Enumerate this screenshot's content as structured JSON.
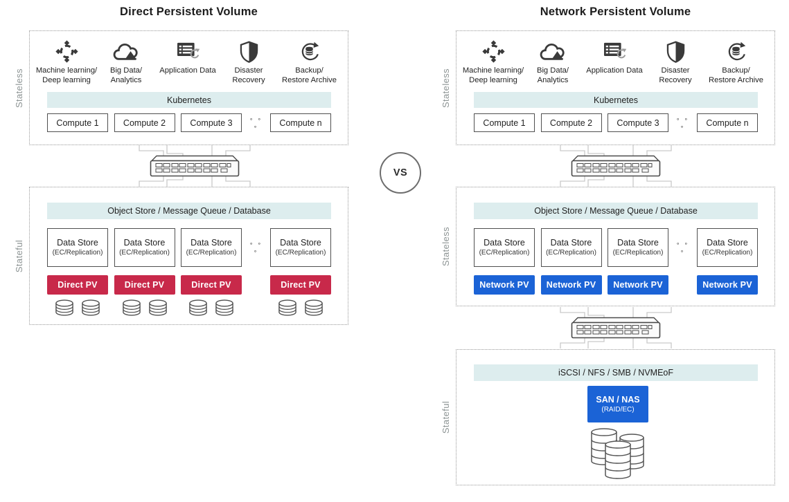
{
  "vs_label": "VS",
  "colors": {
    "direct_pv": "#c8294a",
    "network_pv": "#1b63d6",
    "tier_bar_bg": "#ddedee"
  },
  "workloads": [
    {
      "icon": "machine-learning-icon",
      "line1": "Machine learning/",
      "line2": "Deep learning"
    },
    {
      "icon": "big-data-icon",
      "line1": "Big Data/",
      "line2": "Analytics"
    },
    {
      "icon": "application-data-icon",
      "line1": "Application Data",
      "line2": ""
    },
    {
      "icon": "disaster-recovery-icon",
      "line1": "Disaster",
      "line2": "Recovery"
    },
    {
      "icon": "backup-icon",
      "line1": "Backup/",
      "line2": "Restore Archive"
    }
  ],
  "left": {
    "title": "Direct Persistent Volume",
    "stateless_section_label": "Stateless",
    "stateful_section_label": "Stateful",
    "kubernetes_label": "Kubernetes",
    "compute_nodes": [
      "Compute 1",
      "Compute 2",
      "Compute 3",
      "Compute n"
    ],
    "ellipsis": "∘ ∘ ∘",
    "storage_bar_label": "Object Store / Message Queue / Database",
    "data_store": {
      "title": "Data Store",
      "sub": "(EC/Replication)"
    },
    "pv_label": "Direct PV"
  },
  "right": {
    "title": "Network Persistent Volume",
    "stateless_top_label": "Stateless",
    "stateless_mid_label": "Stateless",
    "stateful_section_label": "Stateful",
    "kubernetes_label": "Kubernetes",
    "compute_nodes": [
      "Compute 1",
      "Compute 2",
      "Compute 3",
      "Compute n"
    ],
    "ellipsis": "∘ ∘ ∘",
    "storage_bar_label": "Object Store / Message Queue / Database",
    "data_store": {
      "title": "Data Store",
      "sub": "(EC/Replication)"
    },
    "pv_label": "Network PV",
    "protocol_bar_label": "iSCSI / NFS / SMB / NVMEoF",
    "san": {
      "title": "SAN / NAS",
      "sub": "(RAID/EC)"
    }
  }
}
